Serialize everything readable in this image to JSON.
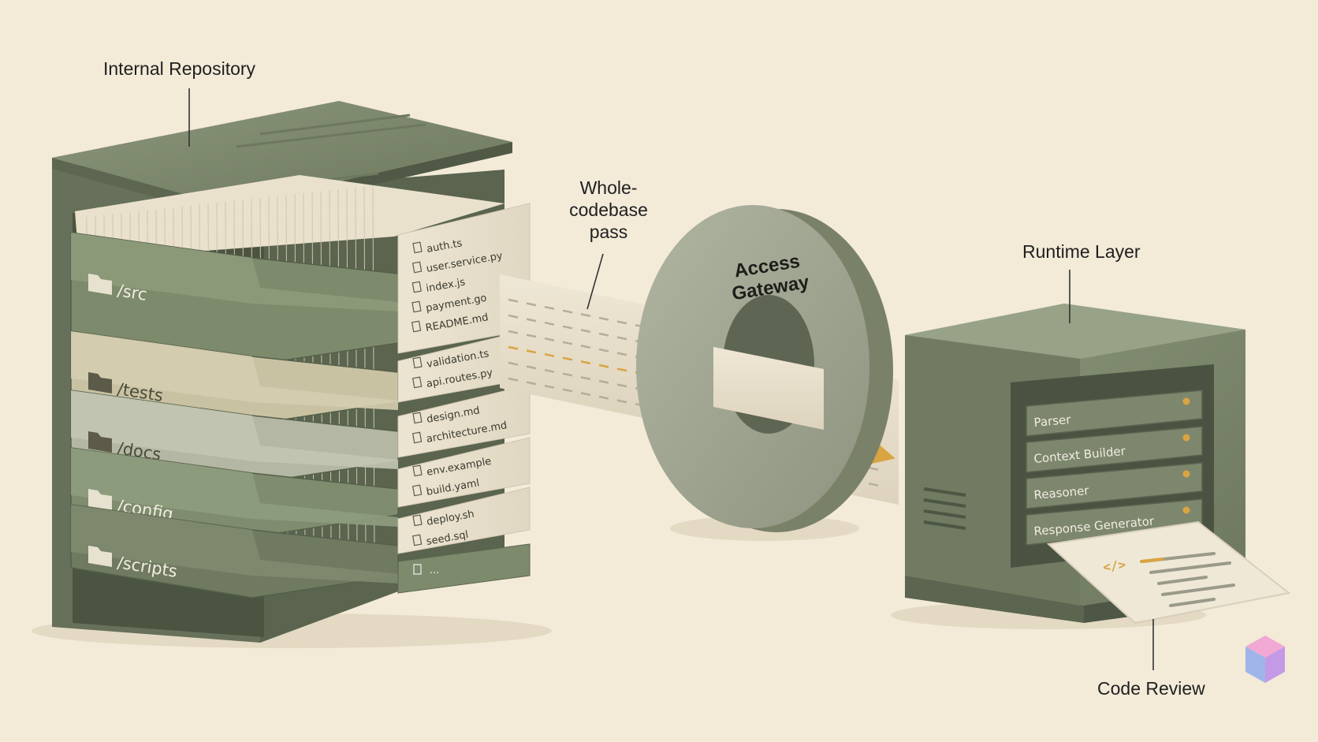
{
  "labels": {
    "repository": "Internal Repository",
    "pass_line1": "Whole-",
    "pass_line2": "codebase",
    "pass_line3": "pass",
    "gateway_line1": "Access",
    "gateway_line2": "Gateway",
    "runtime": "Runtime Layer",
    "review": "Code Review"
  },
  "folders": [
    {
      "name": "/src",
      "files": [
        "auth.ts",
        "user.service.py",
        "index.js",
        "payment.go",
        "README.md"
      ]
    },
    {
      "name": "/tests",
      "files": [
        "validation.ts",
        "api.routes.py"
      ]
    },
    {
      "name": "/docs",
      "files": [
        "design.md",
        "architecture.md"
      ]
    },
    {
      "name": "/config",
      "files": [
        "env.example",
        "build.yaml"
      ]
    },
    {
      "name": "/scripts",
      "files": [
        "deploy.sh",
        "seed.sql"
      ]
    }
  ],
  "more_files": "...",
  "runtime_modules": [
    "Parser",
    "Context Builder",
    "Reasoner",
    "Response Generator"
  ],
  "review_symbol": "</>",
  "colors": {
    "background": "#f3ead8",
    "sage": "#7e8a6c",
    "sage_dark": "#5f6a52",
    "paper": "#ece4d1",
    "accent": "#d9a441"
  }
}
